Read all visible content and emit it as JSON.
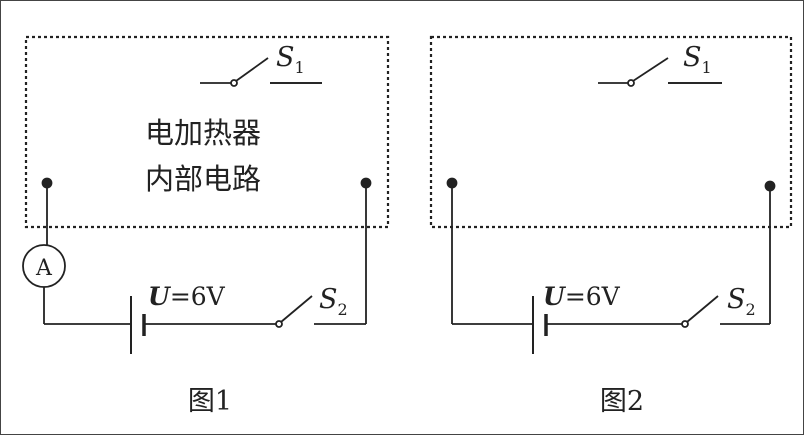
{
  "figure1": {
    "caption": "图1",
    "box_label_line1": "电加热器",
    "box_label_line2": "内部电路",
    "switch_s1": {
      "letter": "S",
      "sub": "1"
    },
    "switch_s2": {
      "letter": "S",
      "sub": "2"
    },
    "ammeter": "A",
    "source": {
      "var": "U",
      "rest": "=6V"
    }
  },
  "figure2": {
    "caption": "图2",
    "switch_s1": {
      "letter": "S",
      "sub": "1"
    },
    "switch_s2": {
      "letter": "S",
      "sub": "2"
    },
    "source": {
      "var": "U",
      "rest": "=6V"
    }
  },
  "colors": {
    "ink": "#222222",
    "background": "#ffffff"
  }
}
